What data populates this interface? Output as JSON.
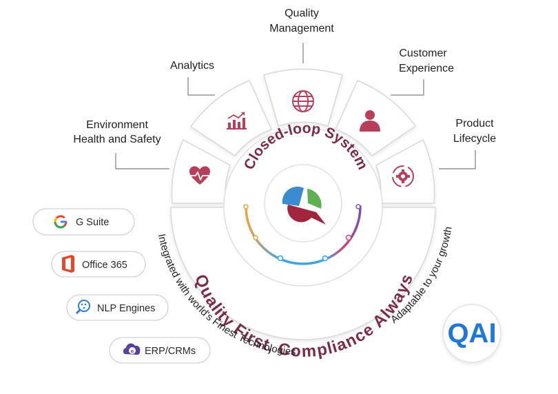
{
  "domains": [
    {
      "id": "ehs",
      "label_lines": [
        "Environment",
        "Health and Safety"
      ],
      "icon": "heart-pulse-icon"
    },
    {
      "id": "analytics",
      "label_lines": [
        "Analytics"
      ],
      "icon": "bar-chart-icon"
    },
    {
      "id": "quality",
      "label_lines": [
        "Quality",
        "Management"
      ],
      "icon": "globe-icon"
    },
    {
      "id": "customer",
      "label_lines": [
        "Customer",
        "Experience"
      ],
      "icon": "user-icon"
    },
    {
      "id": "product",
      "label_lines": [
        "Product",
        "Lifecycle"
      ],
      "icon": "gear-cycle-icon"
    }
  ],
  "center": {
    "closed_loop": "Closed-loop System",
    "tagline": "Quality First, Compliance Always",
    "integrated": "Integrated with world's Finest Technologies",
    "adaptable": "Adaptable to your growth"
  },
  "integrations": [
    {
      "label": "G Suite",
      "icon": "google-g-icon"
    },
    {
      "label": "Office 365",
      "icon": "office-icon"
    },
    {
      "label": "NLP Engines",
      "icon": "nlp-search-icon"
    },
    {
      "label": "ERP/CRMs",
      "icon": "cloud-e-icon"
    }
  ],
  "brand": {
    "logo_text": "QAI"
  },
  "colors": {
    "accent": "#b6405a",
    "dark_accent": "#7c2c45",
    "outline": "#d8d8d8",
    "logo_blue": "#1e78d7"
  }
}
